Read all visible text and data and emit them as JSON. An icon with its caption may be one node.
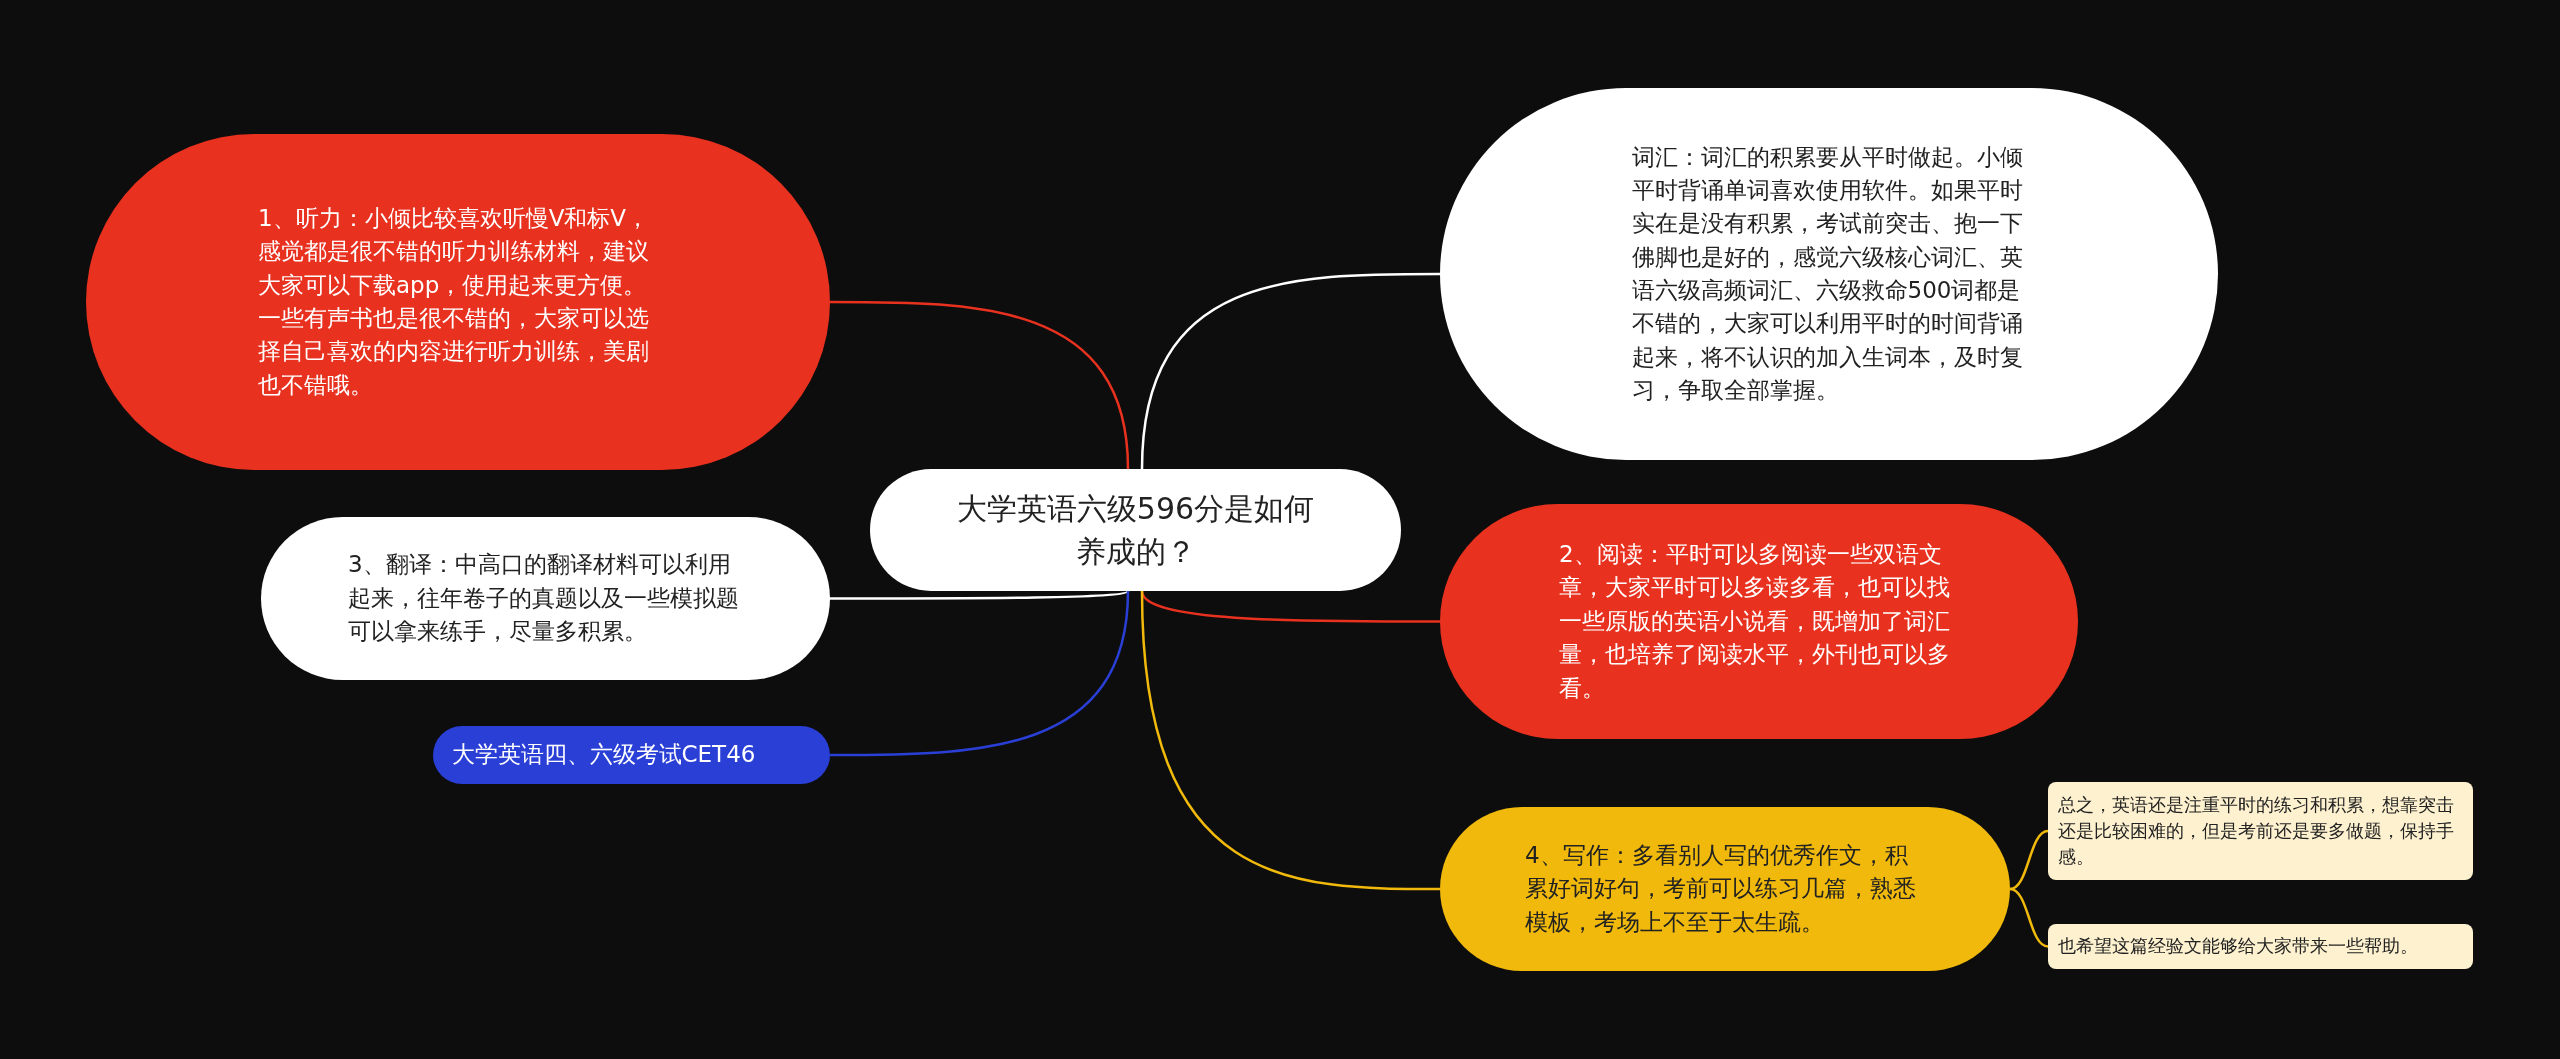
{
  "diagram": {
    "nodes": [
      {
        "text": [
          "大学英语六级596分是如何养成的？"
        ]
      },
      {
        "text": [
          "1、听力：小倾比较喜欢听慢V和标V，感觉都是很不错的听力训练材料，建议大家可以下载app，使用起来更方便。一些有声书也是很不错的，大家可以选择自己喜欢的内容进行听力训练，美剧也不错哦。"
        ]
      },
      {
        "text": [
          "词汇：词汇的积累要从平时做起。小倾平时背诵单词喜欢使用软件。如果平时实在是没有积累，考试前突击、抱一下佛脚也是好的，感觉六级核心词汇、英语六级高频词汇、六级救命500词都是不错的，大家可以利用平时的时间背诵起来，将不认识的加入生词本，及时复习，争取全部掌握。"
        ]
      },
      {
        "text": [
          "3、翻译：中高口的翻译材料可以利用起来，往年卷子的真题以及一些模拟题可以拿来练手，尽量多积累。"
        ]
      },
      {
        "text": [
          "2、阅读：平时可以多阅读一些双语文章，大家平时可以多读多看，也可以找一些原版的英语小说看，既增加了词汇量，也培养了阅读水平，外刊也可以多看。"
        ]
      },
      {
        "text": [
          "大学英语四、六级考试CET46"
        ]
      },
      {
        "text": [
          "4、写作：多看别人写的优秀作文，积累好词好句，考前可以练习几篇，熟悉模板，考场上不至于太生疏。"
        ]
      },
      {
        "text": [
          "总之，英语还是注重平时的练习和积累，想靠突击还是比较困难的，但是考前还是要多做题，保持手感。"
        ]
      },
      {
        "text": [
          "也希望这篇经验文能够给大家带来一些帮助。"
        ]
      }
    ],
    "edges": [
      {
        "from": 0,
        "to": 1,
        "arrow": "none",
        "color": "#e8311f"
      },
      {
        "from": 0,
        "to": 2,
        "arrow": "none",
        "color": "#ffffff"
      },
      {
        "from": 0,
        "to": 3,
        "arrow": "none",
        "color": "#ffffff"
      },
      {
        "from": 0,
        "to": 4,
        "arrow": "none",
        "color": "#e8311f"
      },
      {
        "from": 0,
        "to": 5,
        "arrow": "none",
        "color": "#2a3fd6"
      },
      {
        "from": 0,
        "to": 6,
        "arrow": "none",
        "color": "#f0b90b"
      },
      {
        "from": 6,
        "to": 7,
        "arrow": "none",
        "color": "#f0b90b"
      },
      {
        "from": 6,
        "to": 8,
        "arrow": "none",
        "color": "#f0b90b"
      }
    ]
  }
}
